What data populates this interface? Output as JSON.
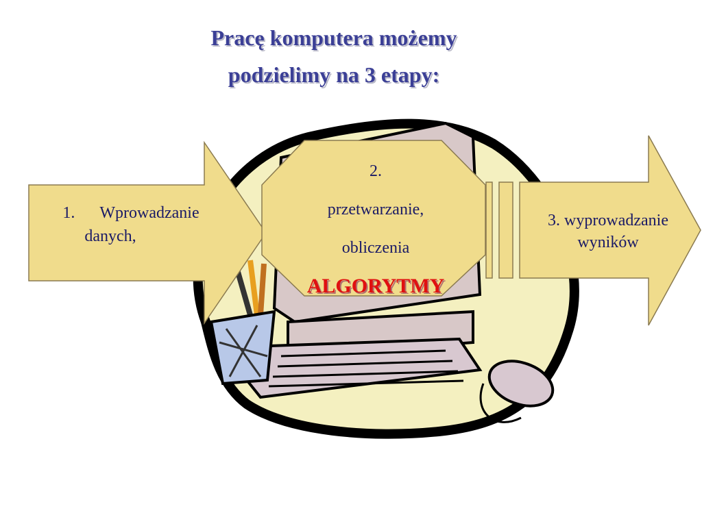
{
  "title": {
    "line1": "Pracę komputera możemy",
    "line2": "podzielimy na 3 etapy:"
  },
  "stages": [
    {
      "number": "1.",
      "line1": "Wprowadzanie",
      "line2": "danych,"
    },
    {
      "number": "2.",
      "line1": "przetwarzanie,",
      "line2": "obliczenia",
      "emphasis": "ALGORYTMY"
    },
    {
      "line1": "3. wyprowadzanie",
      "line2": "wyników"
    }
  ],
  "colors": {
    "shape_fill": "#f0dc8c",
    "title": "#3b3f96",
    "text": "#1a1a66",
    "emphasis": "#e01010",
    "clipart_blob": "#f4f0c0"
  },
  "icons": [
    "computer-clipart-icon",
    "keyboard-icon",
    "mouse-icon",
    "pencil-cup-icon"
  ]
}
